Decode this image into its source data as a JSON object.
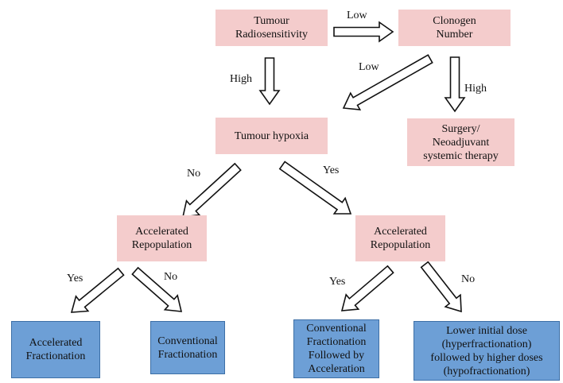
{
  "nodes": {
    "tumour_radiosensitivity": "Tumour\nRadiosensitivity",
    "clonogen_number": "Clonogen\nNumber",
    "tumour_hypoxia": "Tumour hypoxia",
    "surgery": "Surgery/\nNeoadjuvant\nsystemic therapy",
    "accel_repop_left": "Accelerated\nRepopulation",
    "accel_repop_right": "Accelerated\nRepopulation",
    "accelerated_fractionation": "Accelerated\nFractionation",
    "conventional_fractionation": "Conventional\nFractionation",
    "conv_followed_accel": "Conventional\nFractionation\nFollowed by\nAcceleration",
    "lower_initial_dose": "Lower initial dose\n(hyperfractionation)\nfollowed by higher doses\n(hypofractionation)"
  },
  "edge_labels": {
    "radio_to_clonogen": "Low",
    "radio_to_hypoxia": "High",
    "clonogen_to_hypoxia": "Low",
    "clonogen_to_surgery": "High",
    "hypoxia_no": "No",
    "hypoxia_yes": "Yes",
    "left_yes": "Yes",
    "left_no": "No",
    "right_yes": "Yes",
    "right_no": "No"
  },
  "colors": {
    "decision_box": "#f4cccc",
    "outcome_box": "#6d9fd6",
    "arrow_stroke": "#111111"
  }
}
